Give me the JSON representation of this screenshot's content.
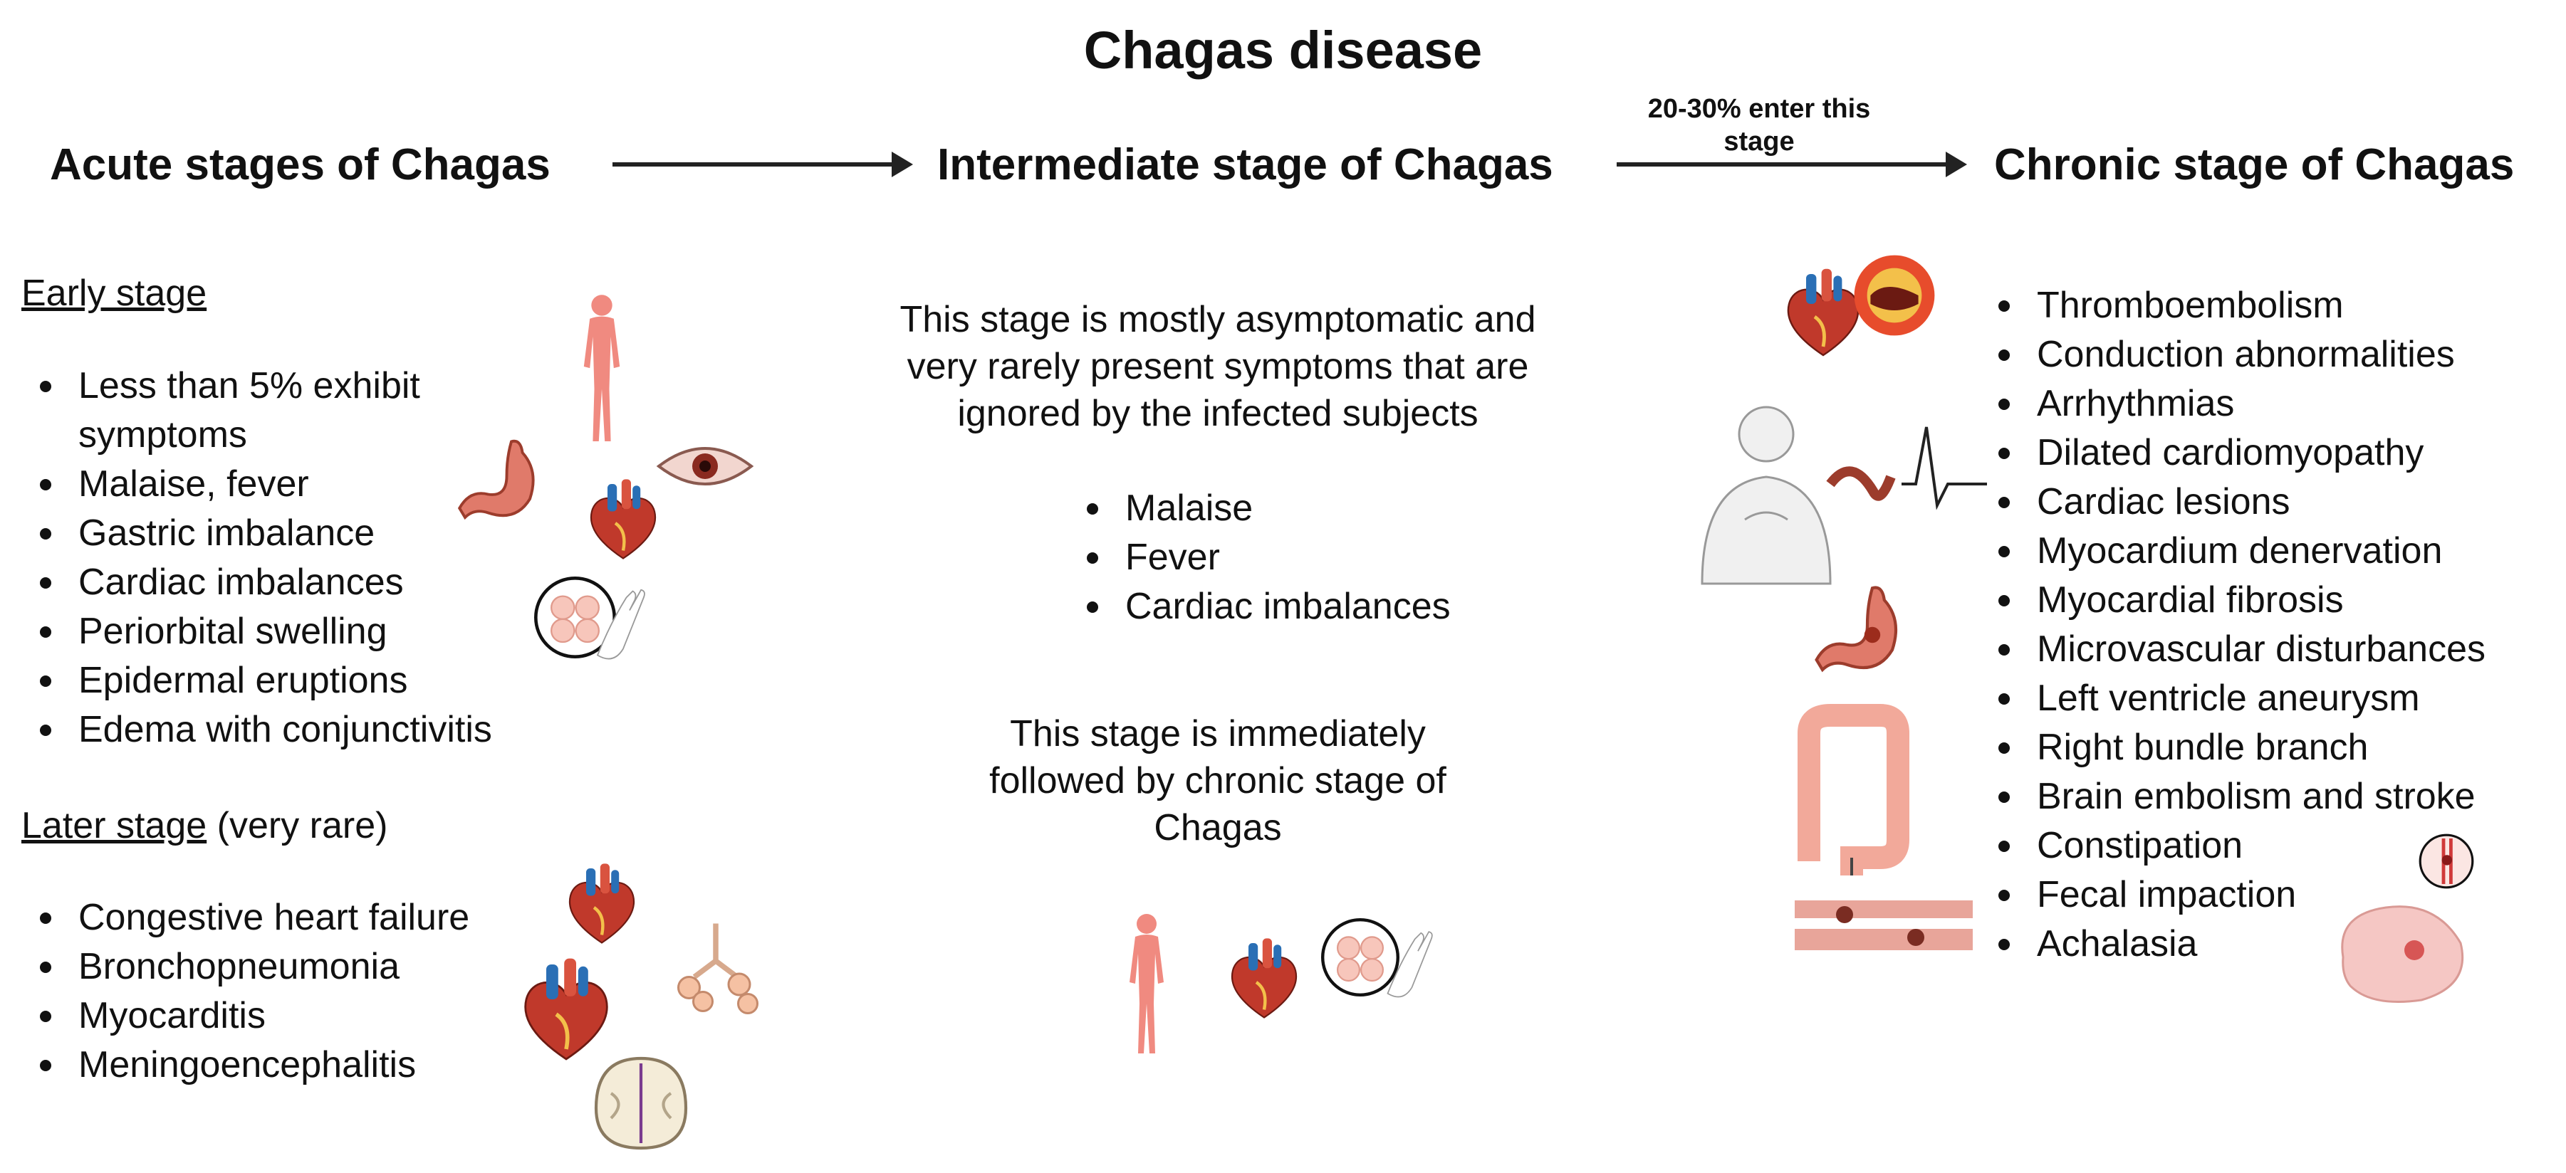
{
  "title": "Chagas disease",
  "stages": {
    "acute": "Acute stages of Chagas",
    "intermediate": "Intermediate stage of Chagas",
    "chronic": "Chronic stage of Chagas"
  },
  "arrow_label": [
    "20-30% enter this",
    "stage"
  ],
  "acute": {
    "early": {
      "heading": "Early stage",
      "items": [
        [
          "Less than 5% exhibit",
          "symptoms"
        ],
        [
          "Malaise, fever"
        ],
        [
          "Gastric imbalance"
        ],
        [
          "Cardiac imbalances"
        ],
        [
          "Periorbital swelling"
        ],
        [
          "Epidermal eruptions"
        ],
        [
          "Edema with conjunctivitis"
        ]
      ]
    },
    "later": {
      "heading": "Later stage",
      "note": " (very rare)",
      "items": [
        "Congestive heart failure",
        "Bronchopneumonia",
        "Myocarditis",
        "Meningoencephalitis"
      ]
    }
  },
  "intermediate": {
    "description": [
      "This stage is mostly asymptomatic and",
      "very rarely present symptoms that are",
      "ignored by the infected subjects"
    ],
    "items": [
      "Malaise",
      "Fever",
      "Cardiac imbalances"
    ],
    "followup": [
      "This stage is immediately",
      "followed by chronic stage of",
      "Chagas"
    ]
  },
  "chronic": {
    "items": [
      "Thromboembolism",
      "Conduction abnormalities",
      "Arrhythmias",
      "Dilated cardiomyopathy",
      "Cardiac lesions",
      "Myocardium denervation",
      "Myocardial fibrosis",
      "Microvascular disturbances",
      "Left ventricle aneurysm",
      "Right bundle branch",
      "Brain embolism and stroke",
      "Constipation",
      "Fecal impaction",
      "Achalasia"
    ]
  },
  "colors": {
    "skin": "#f08a80",
    "heart_red": "#c0392b",
    "heart_blue": "#2a6fb5",
    "outline": "#333333"
  },
  "icons": [
    "human-body-icon",
    "stomach-icon",
    "eye-icon",
    "heart-icon",
    "cells-magnified-icon",
    "lungs-icon",
    "brain-scan-icon",
    "artery-clot-icon",
    "patient-chest-pain-icon",
    "ecg-icon",
    "colon-icon",
    "muscle-fiber-icon",
    "brain-icon"
  ]
}
